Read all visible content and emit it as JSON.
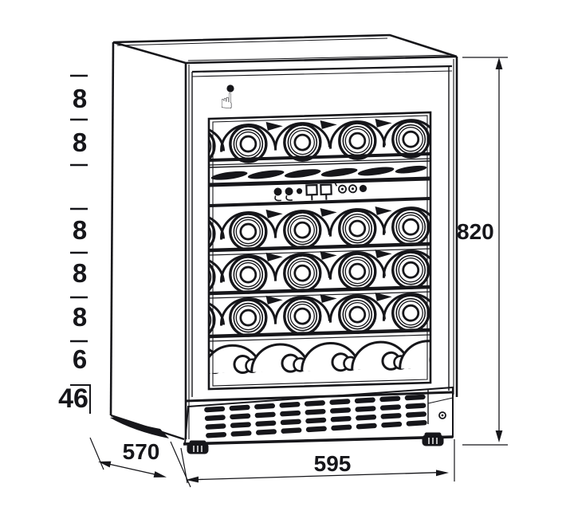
{
  "capacity": {
    "shelf_counts": [
      "8",
      "8",
      "8",
      "8",
      "8",
      "6"
    ],
    "total": "46"
  },
  "dimensions": {
    "height_mm": "820",
    "width_mm": "595",
    "depth_mm": "570"
  },
  "icons": {
    "touch_open": "☝"
  },
  "colors": {
    "line": "#16161a",
    "background": "#ffffff"
  }
}
